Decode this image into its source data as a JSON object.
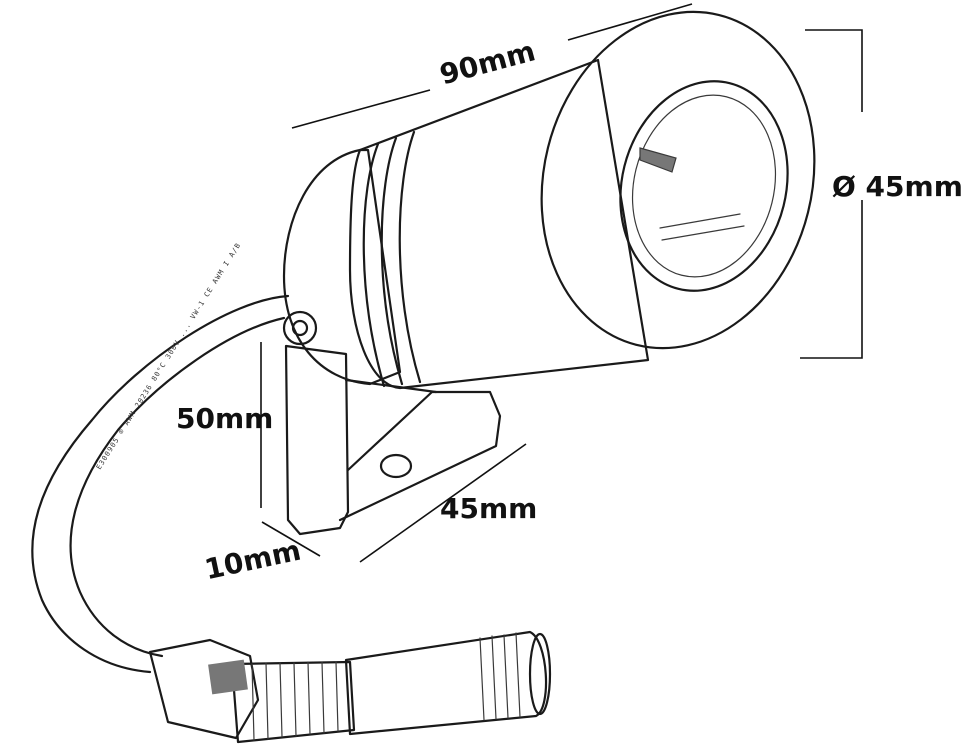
{
  "dimensions": {
    "length": "90mm",
    "diameter": "Ø 45mm",
    "bracket_height": "50mm",
    "bracket_depth": "45mm",
    "bracket_width": "10mm"
  },
  "cable_print": "E300905 ® AWM 20236 80°C 300V ... VW-1 CE AWM I A/B"
}
